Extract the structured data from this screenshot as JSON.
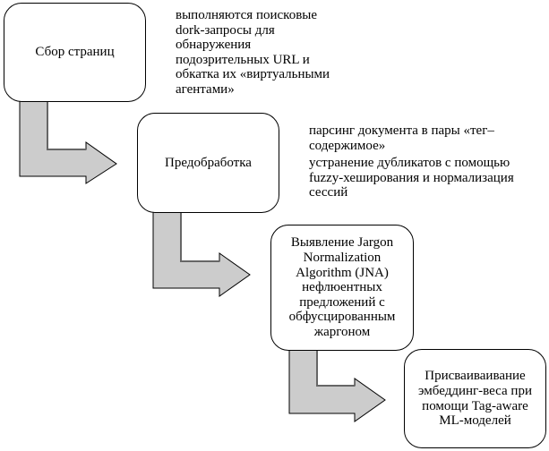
{
  "steps": [
    {
      "label": "Сбор страниц"
    },
    {
      "label": "Предобработка"
    },
    {
      "label": "Выявление Jargon Normalization Algorithm (JNA) нефлюентных предложений с обфусцированным жаргоном"
    },
    {
      "label": "Присваиваивание эмбеддинг-веса при помощи Tag-aware ML-моделей"
    }
  ],
  "annotations": [
    {
      "paragraphs": [
        "выполняются поисковые dork-запросы для обнаружения подозрительных URL и обкатка их «виртуальными агентами»"
      ]
    },
    {
      "paragraphs": [
        "парсинг документа в пары «тег–содержимое»",
        "устранение дубликатов с помощью fuzzy-хеширования и нормализация сессий"
      ]
    }
  ],
  "colors": {
    "arrow_fill": "#cccccc",
    "arrow_stroke": "#000000",
    "box_border": "#000000"
  }
}
